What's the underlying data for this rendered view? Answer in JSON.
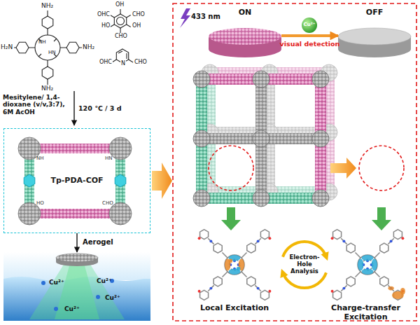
{
  "diagram": {
    "nodes": [
      {
        "text": [
          "Tp-PDA-COF"
        ]
      },
      {
        "text": [
          "Cu²⁺",
          "Cu²⁺",
          "Cu²⁺",
          "Cu²⁺"
        ]
      },
      {
        "text": [
          "ON"
        ]
      },
      {
        "text": [
          "OFF"
        ]
      }
    ],
    "edges": [
      {
        "from": 0,
        "to": 1,
        "arrow": "to",
        "label": "Aerogel"
      },
      {
        "from": 2,
        "to": 3,
        "arrow": "to",
        "label": "visual detection"
      }
    ],
    "labels": [
      "NH₂",
      "H₂N",
      "NH₂",
      "NH₂",
      "NH",
      "HN",
      "OH",
      "CHO",
      "OH",
      "CHO",
      "HO",
      "OHC",
      "OHC",
      "N",
      "CHO",
      "Mesitylene/ 1,4-dioxane (v/v,3:7), 6M AcOH",
      "120 ℃ / 3 d",
      "NH",
      "HN",
      "HO",
      "CHO",
      "433 nm",
      "Cu²⁺",
      "Electron-Hole Analysis",
      "Local Excitation",
      "Charge-transfer Excitation"
    ]
  }
}
